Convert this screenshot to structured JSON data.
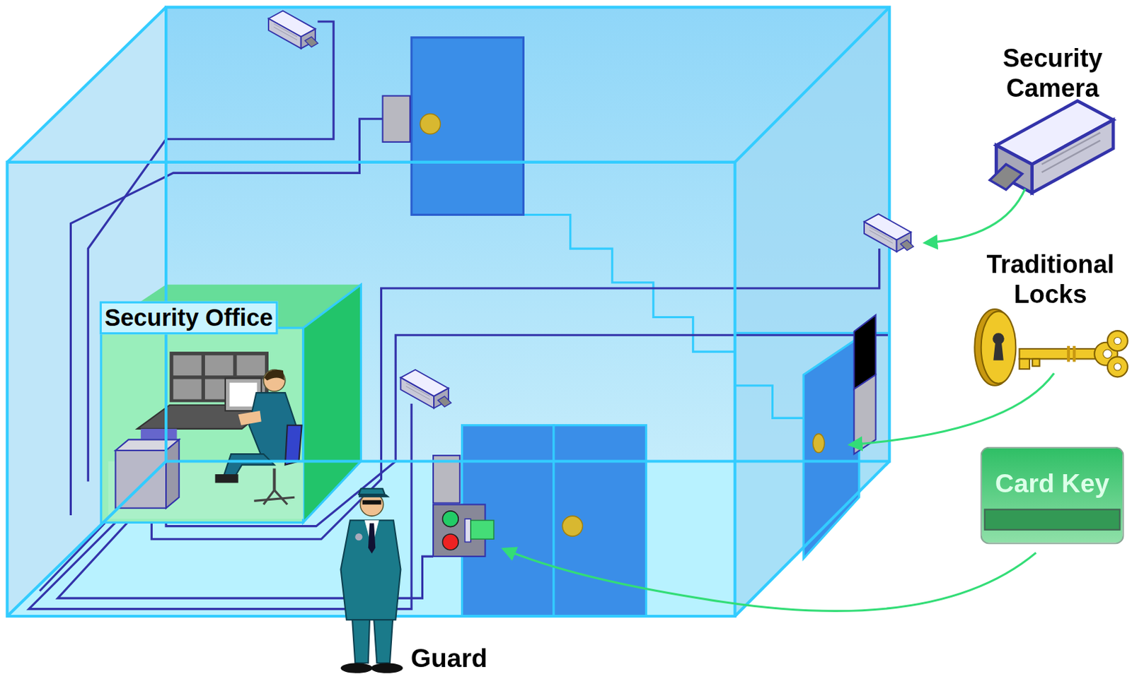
{
  "diagram": {
    "nodes": [
      {
        "text": [
          "Security Office"
        ]
      },
      {
        "text": [
          "Card Key"
        ]
      }
    ],
    "labels": [
      "Security Camera",
      "Traditional Locks",
      "Guard"
    ]
  }
}
